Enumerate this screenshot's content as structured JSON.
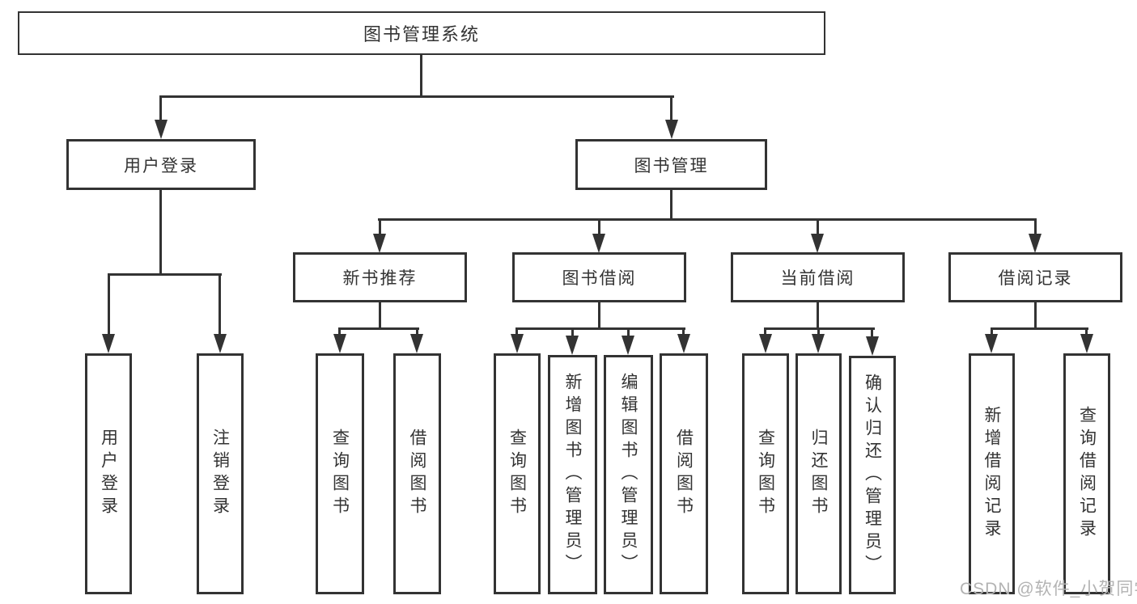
{
  "title": "图书管理系统",
  "tree": {
    "root": {
      "label": "图书管理系统"
    },
    "children": [
      {
        "label": "用户登录",
        "children": [
          {
            "label": "用户登录"
          },
          {
            "label": "注销登录"
          }
        ]
      },
      {
        "label": "图书管理",
        "children": [
          {
            "label": "新书推荐",
            "children": [
              {
                "label": "查询图书"
              },
              {
                "label": "借阅图书"
              }
            ]
          },
          {
            "label": "图书借阅",
            "children": [
              {
                "label": "查询图书"
              },
              {
                "label": "新增图书（管理员）"
              },
              {
                "label": "编辑图书（管理员）"
              },
              {
                "label": "借阅图书"
              }
            ]
          },
          {
            "label": "当前借阅",
            "children": [
              {
                "label": "查询图书"
              },
              {
                "label": "归还图书"
              },
              {
                "label": "确认归还（管理员）"
              }
            ]
          },
          {
            "label": "借阅记录",
            "children": [
              {
                "label": "新增借阅记录"
              },
              {
                "label": "查询借阅记录"
              }
            ]
          }
        ]
      }
    ]
  },
  "watermark": "CSDN @软件_小贺同学",
  "colors": {
    "line": "#333333",
    "box_border": "#333333",
    "text": "#333333",
    "background": "#ffffff",
    "watermark": "#b3b3b3"
  }
}
